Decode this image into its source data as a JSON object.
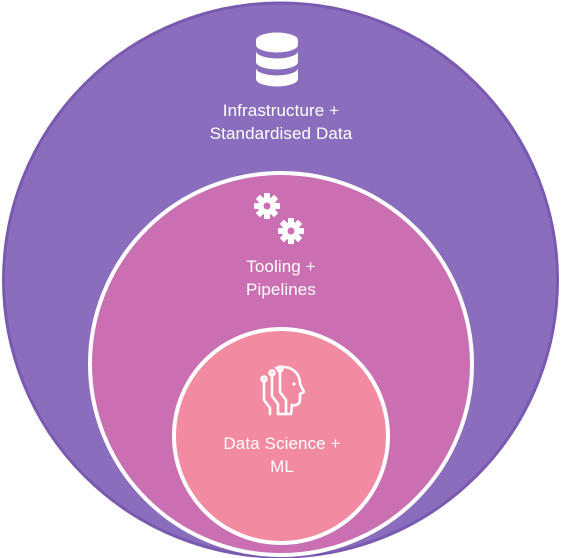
{
  "layers": [
    {
      "id": "infrastructure",
      "icon": "database-icon",
      "color": "#8B6DBD",
      "border": "#7A5AB1",
      "label_lines": [
        "Infrastructure +",
        "Standardised Data"
      ]
    },
    {
      "id": "tooling",
      "icon": "gears-icon",
      "color": "#CB6FB3",
      "border": "#FFFFFF",
      "label_lines": [
        "Tooling +",
        "Pipelines"
      ]
    },
    {
      "id": "data-science",
      "icon": "ai-head-icon",
      "color": "#F28BA2",
      "border": "#FFFFFF",
      "label_lines": [
        "Data Science +",
        "ML"
      ]
    }
  ]
}
